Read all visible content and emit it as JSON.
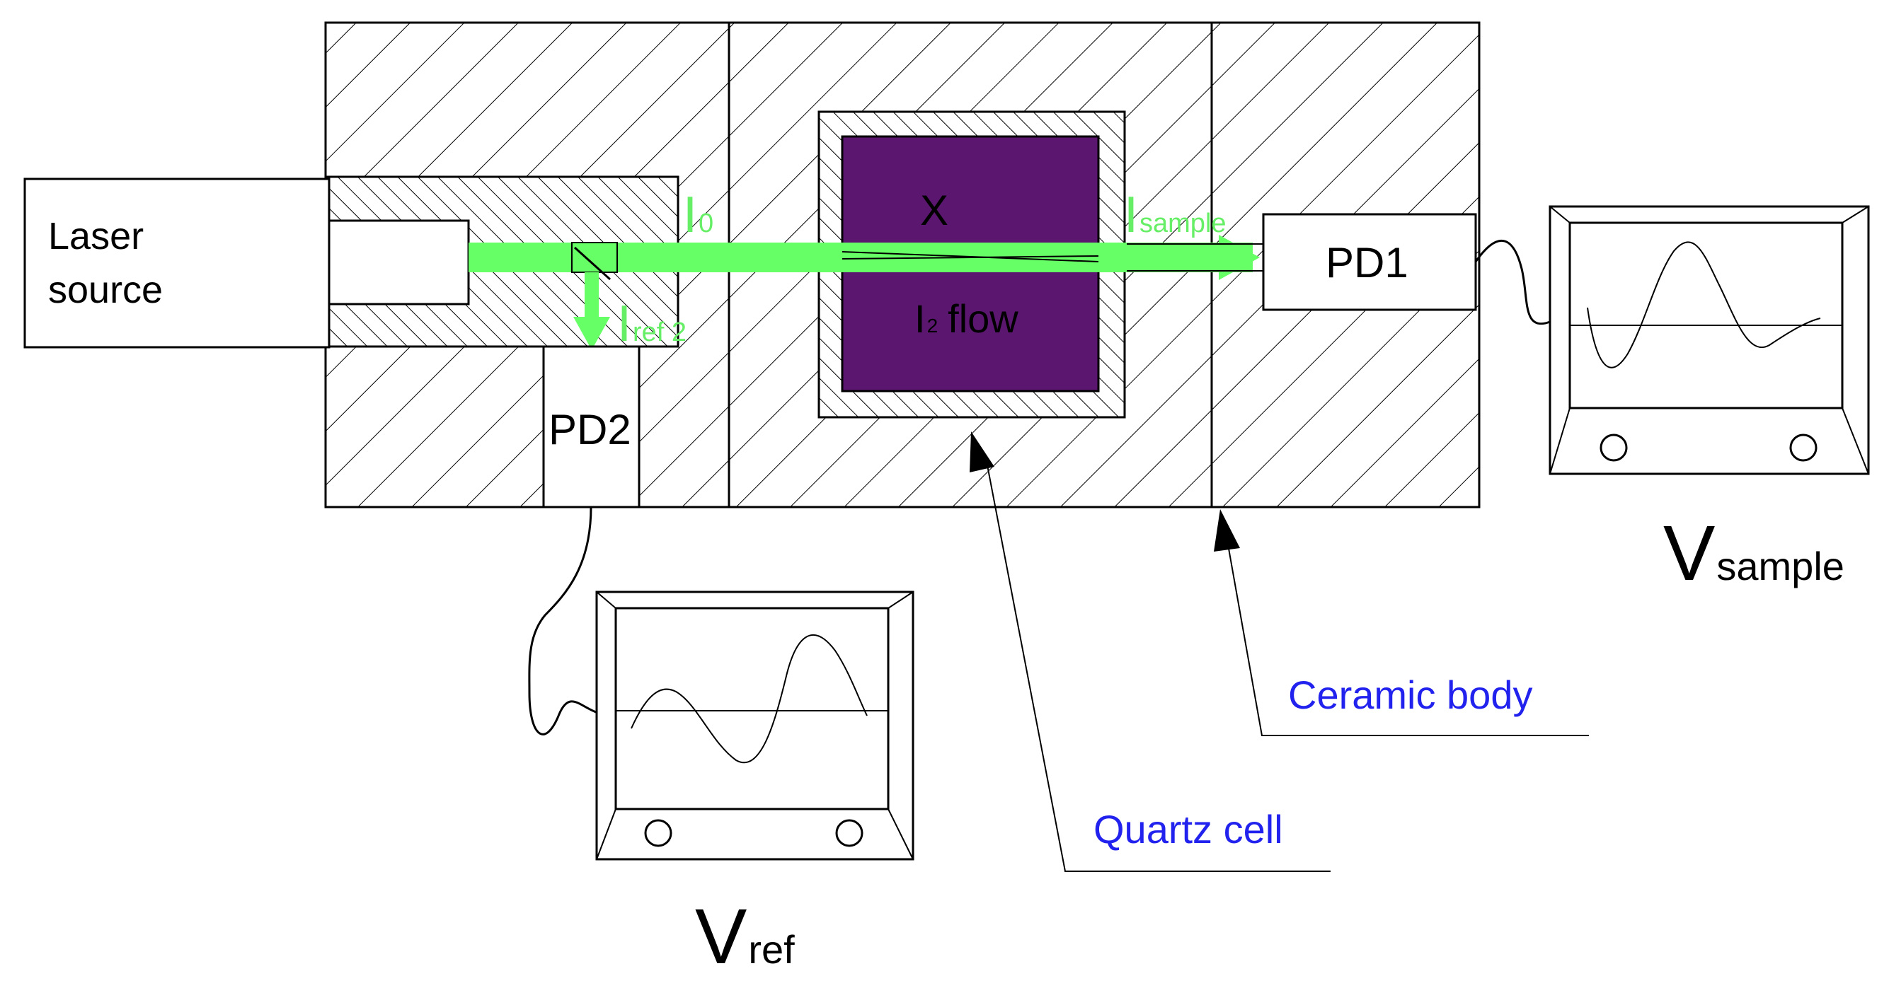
{
  "labels": {
    "laser_line1": "Laser",
    "laser_line2": "source",
    "pd1": "PD1",
    "pd2": "PD2",
    "x": "X",
    "i2_sub": "2",
    "flow": "flow",
    "i_letter": "I",
    "i0_sub": "0",
    "isample_sub": "sample",
    "iref_sub": "ref 2",
    "v_letter": "V",
    "vsample_sub": "sample",
    "vref_sub": "ref",
    "ceramic_body": "Ceramic body",
    "quartz_cell": "Quartz cell"
  },
  "colors": {
    "beam": "#66ff66",
    "beam_label": "#66ee66",
    "cell_fill": "#5b1670",
    "callout_text": "#2222ee",
    "line": "#000000"
  }
}
